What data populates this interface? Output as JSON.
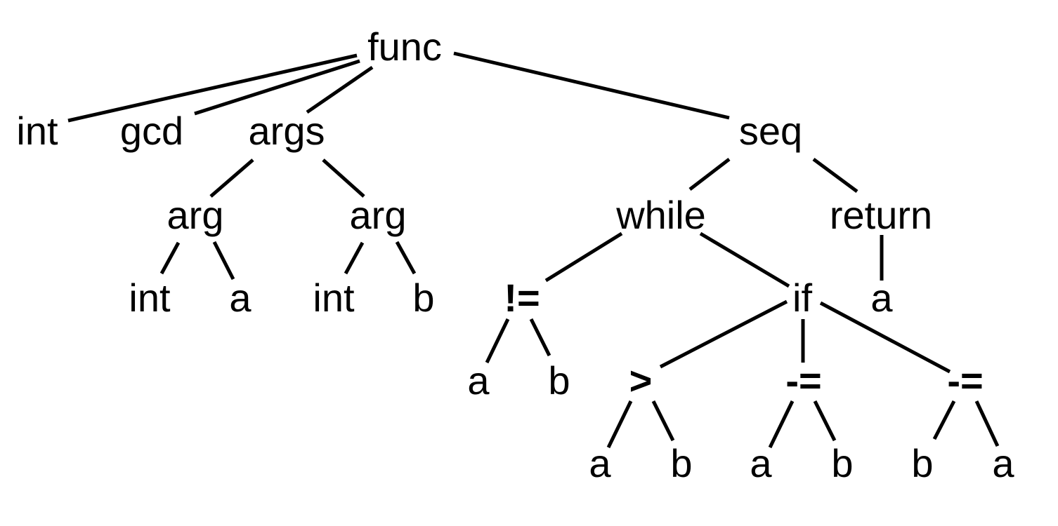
{
  "diagram": {
    "type": "tree",
    "colors": {
      "edge": "#000000",
      "text": "#000000",
      "background": "#ffffff"
    },
    "nodes": {
      "func": "func",
      "func_type": "int",
      "func_name": "gcd",
      "args": "args",
      "arg1": "arg",
      "arg1_type": "int",
      "arg1_name": "a",
      "arg2": "arg",
      "arg2_type": "int",
      "arg2_name": "b",
      "seq": "seq",
      "while": "while",
      "cond": "!=",
      "cond_lhs": "a",
      "cond_rhs": "b",
      "if": "if",
      "gt": ">",
      "gt_lhs": "a",
      "gt_rhs": "b",
      "sub1": "-=",
      "sub1_lhs": "a",
      "sub1_rhs": "b",
      "sub2": "-=",
      "sub2_lhs": "b",
      "sub2_rhs": "a",
      "return": "return",
      "return_val": "a"
    }
  }
}
